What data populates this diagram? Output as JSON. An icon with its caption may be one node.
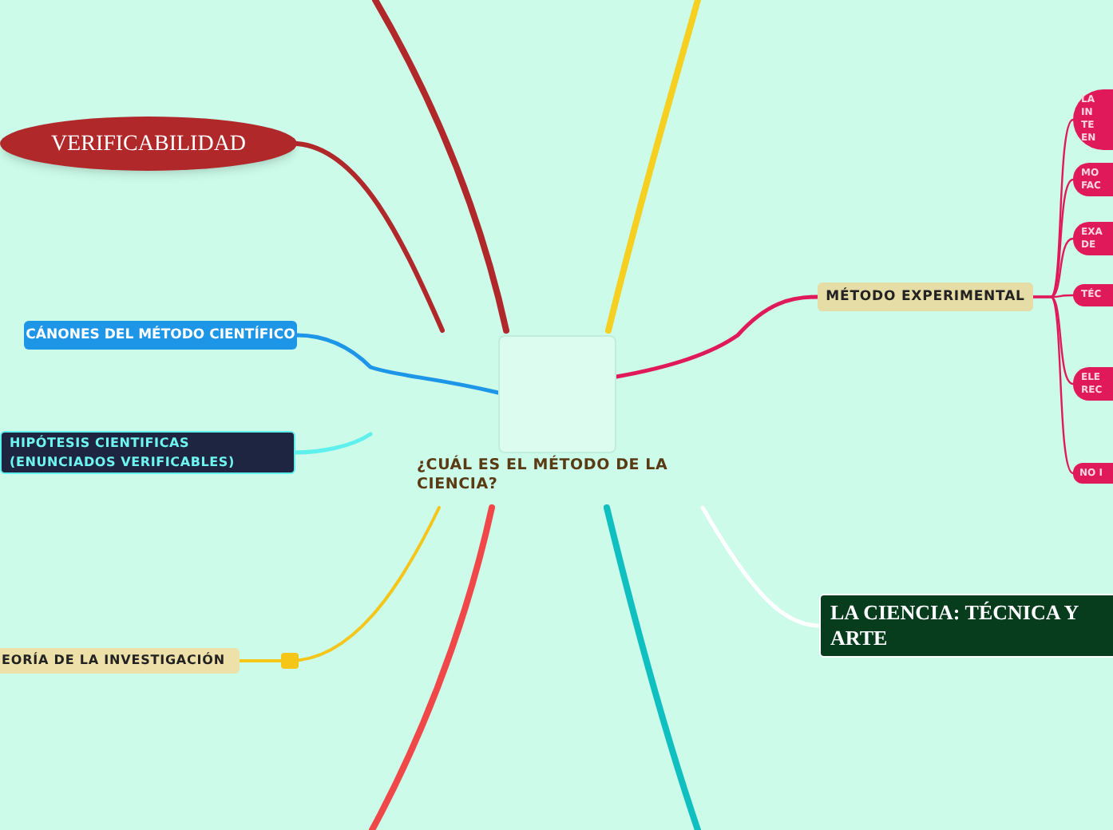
{
  "diagram": {
    "nodes": [
      {
        "text": [
          "¿CUÁL ES EL MÉTODO DE LA CIENCIA?"
        ]
      },
      {
        "text": [
          "VERIFICABILIDAD"
        ]
      },
      {
        "text": [
          "CÁNONES DEL MÉTODO CIENTÍFICO"
        ]
      },
      {
        "text": [
          "HIPÓTESIS CIENTIFICAS (ENUNCIADOS VERIFICABLES)"
        ]
      },
      {
        "text": [
          "EORÍA DE LA INVESTIGACIÓN"
        ]
      },
      {
        "text": [
          "MÉTODO EXPERIMENTAL"
        ]
      },
      {
        "text": [
          "LA CIENCIA: TÉCNICA Y ARTE"
        ]
      },
      {
        "text": [
          "LA IN TE EN"
        ]
      },
      {
        "text": [
          "MO FAC"
        ]
      },
      {
        "text": [
          "EXA DE"
        ]
      },
      {
        "text": [
          "TÉC"
        ]
      },
      {
        "text": [
          "ELE REC"
        ]
      },
      {
        "text": [
          "NO I"
        ]
      }
    ],
    "edges": [
      {
        "from": 0,
        "to": 1,
        "arrow": "none",
        "color": "#b0282a"
      },
      {
        "from": 0,
        "to": null,
        "arrow": "none",
        "color": "#b0282a"
      },
      {
        "from": 0,
        "to": null,
        "arrow": "none",
        "color": "#f5d020"
      },
      {
        "from": 0,
        "to": 2,
        "arrow": "none",
        "color": "#1e96e8"
      },
      {
        "from": 0,
        "to": 3,
        "arrow": "none",
        "color": "#5ff0ee"
      },
      {
        "from": 0,
        "to": 4,
        "arrow": "none",
        "color": "#f5c518"
      },
      {
        "from": 0,
        "to": null,
        "arrow": "none",
        "color": "#f04848"
      },
      {
        "from": 0,
        "to": null,
        "arrow": "none",
        "color": "#10bfc0"
      },
      {
        "from": 0,
        "to": 6,
        "arrow": "none",
        "color": "#ffffff"
      },
      {
        "from": 0,
        "to": 5,
        "arrow": "none",
        "color": "#e0195a"
      },
      {
        "from": 5,
        "to": 7,
        "arrow": "none",
        "color": "#e0195a"
      },
      {
        "from": 5,
        "to": 8,
        "arrow": "none",
        "color": "#e0195a"
      },
      {
        "from": 5,
        "to": 9,
        "arrow": "none",
        "color": "#e0195a"
      },
      {
        "from": 5,
        "to": 10,
        "arrow": "none",
        "color": "#e0195a"
      },
      {
        "from": 5,
        "to": 11,
        "arrow": "none",
        "color": "#e0195a"
      },
      {
        "from": 5,
        "to": 12,
        "arrow": "none",
        "color": "#e0195a"
      }
    ]
  }
}
